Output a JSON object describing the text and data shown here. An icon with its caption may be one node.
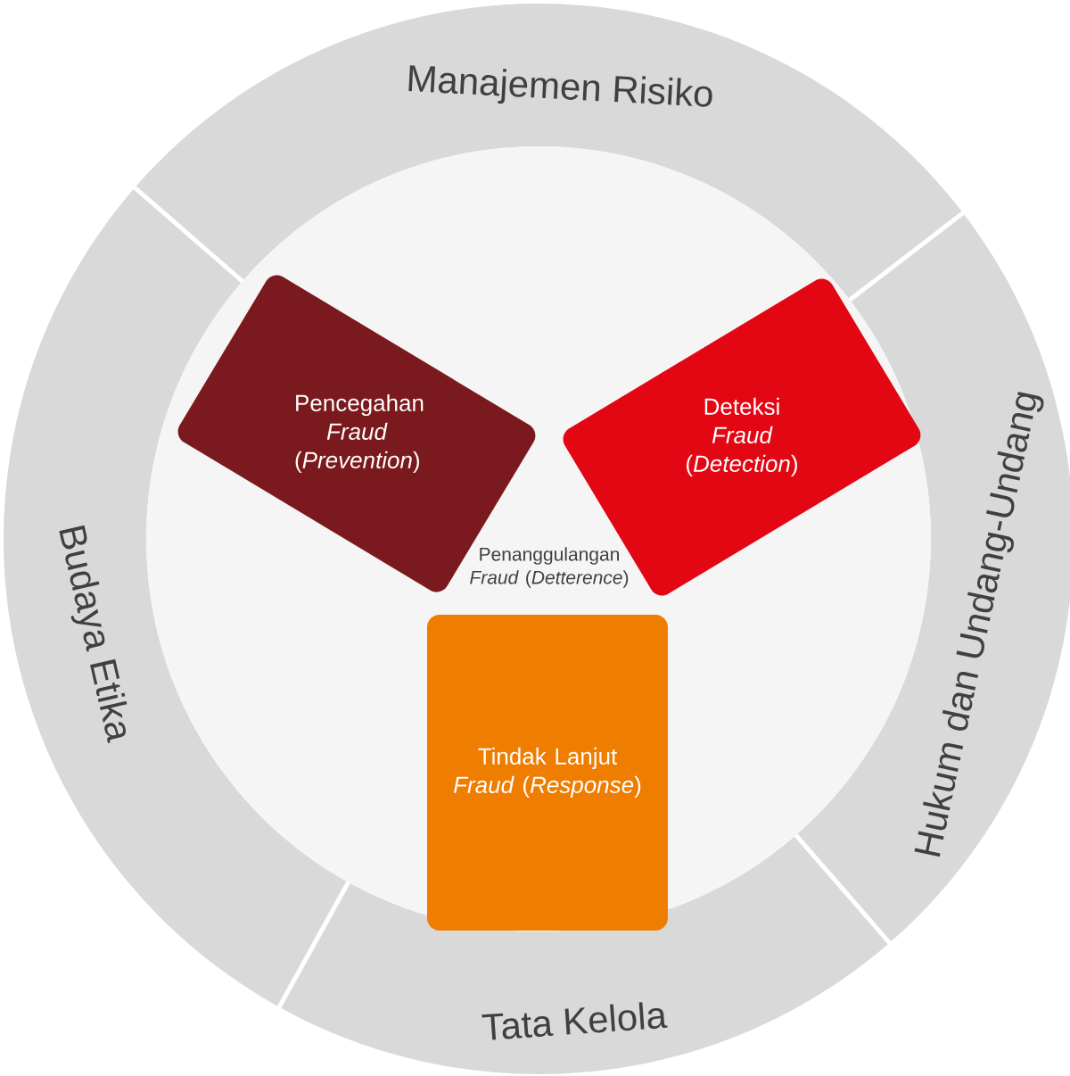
{
  "diagram": {
    "nodes": [
      {
        "text": [
          "Manajemen Risiko"
        ]
      },
      {
        "text": [
          "Budaya Etika"
        ]
      },
      {
        "text": [
          "Hukum dan Undang-Undang"
        ]
      },
      {
        "text": [
          "Penanggulangan *Fraud* (*Detterence*)"
        ]
      },
      {
        "text": [
          "Pencegahan *Fraud* (*Prevention*)"
        ],
        "in": 3
      },
      {
        "text": [
          "Deteksi *Fraud* (*Detection*)"
        ],
        "in": 3
      },
      {
        "text": [
          "Tindak Lanjut *Fraud* (*Response*)"
        ],
        "in": 3
      },
      {
        "text": [
          "Tata Kelola"
        ]
      }
    ],
    "edges": []
  }
}
